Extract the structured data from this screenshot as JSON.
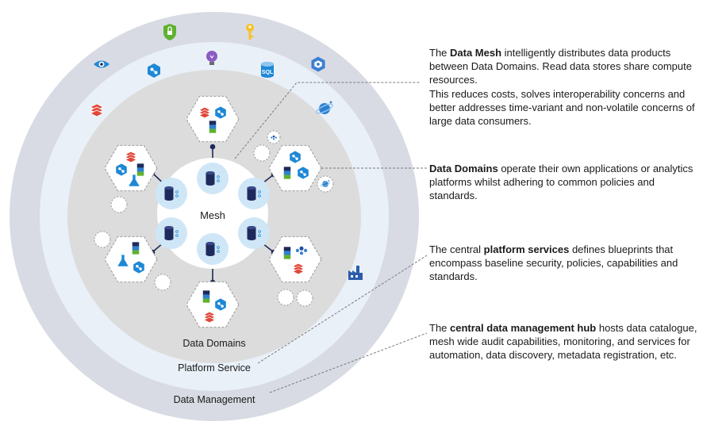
{
  "rings": {
    "data_management": "Data Management",
    "platform_service": "Platform Service",
    "data_domains": "Data Domains",
    "mesh": "Mesh"
  },
  "icons": {
    "outer_ring": [
      "eye-icon",
      "shield-lock-icon",
      "key-icon",
      "hexagon-dots-icon",
      "cosmos-planet-icon",
      "data-factory-icon"
    ],
    "middle_ring": [
      "data-share-icon",
      "lightbulb-icon",
      "sql-database-icon",
      "databricks-icon"
    ],
    "domain_apps": [
      "databricks-icon",
      "data-share-icon",
      "storage-icon",
      "flask-icon",
      "people-icon",
      "sql-database-icon"
    ],
    "sql_text": "SQL"
  },
  "colors": {
    "outer_ring": "#d8dbe3",
    "middle_ring": "#e9f0f8",
    "inner_disc": "#dcdcdc",
    "mesh_disc": "#ffffff",
    "mesh_node": "#cfe6f7",
    "database_navy": "#1f2a5c",
    "connector": "#1e2a5a",
    "hex_border": "#9a9a9a",
    "databricks_red": "#e0473a",
    "azure_blue": "#1e88d6",
    "green_shield": "#5fb130",
    "key_yellow": "#f7c229",
    "purple_bulb": "#8a5cc2",
    "leader_line": "#7a7a7a"
  },
  "descriptions": {
    "mesh": {
      "lead": "The ",
      "bold": "Data Mesh",
      "rest": " intelligently distributes data products between Data Domains. Read data stores share compute resources.",
      "line2": "This reduces costs, solves interoperability concerns and better addresses time-variant and non-volatile concerns of large data consumers."
    },
    "domains": {
      "bold": "Data Domains",
      "rest": " operate their own applications or analytics platforms whilst adhering to common policies and standards."
    },
    "platform": {
      "lead": "The central ",
      "bold": "platform services",
      "rest": " defines blueprints that encompass baseline security, policies, capabilities and standards."
    },
    "hub": {
      "lead": "The ",
      "bold": "central data management hub",
      "rest": " hosts data catalogue, mesh wide audit capabilities, monitoring, and services for automation, data discovery, metadata registration, etc."
    }
  }
}
